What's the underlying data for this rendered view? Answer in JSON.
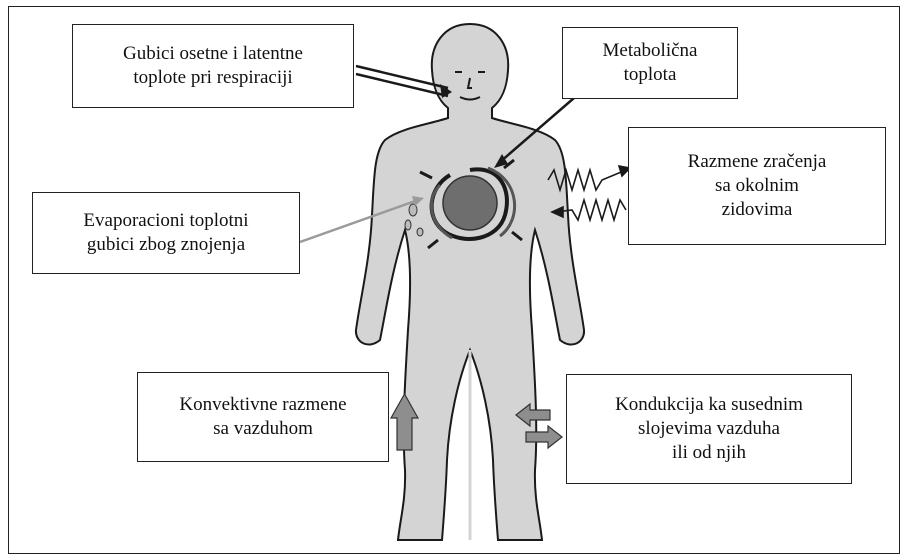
{
  "labels": {
    "respiration": {
      "line1": "Gubici osetne i latentne",
      "line2": "toplote pri respiraciji"
    },
    "metabolic": {
      "line1": "Metabolična",
      "line2": "toplota"
    },
    "radiation": {
      "line1": "Razmene zračenja",
      "line2": "sa okolnim",
      "line3": "zidovima"
    },
    "evaporation": {
      "line1": "Evaporacioni toplotni",
      "line2": "gubici zbog znojenja"
    },
    "convection": {
      "line1": "Konvektivne razmene",
      "line2": "sa vazduhom"
    },
    "conduction": {
      "line1": "Kondukcija ka susednim",
      "line2": "slojevima vazduha",
      "line3": "ili od njih"
    }
  },
  "colors": {
    "body_fill": "#d4d4d4",
    "outline": "#1a1a1a",
    "core": "#6e6e6e",
    "arrow_gray": "#9a9a9a"
  }
}
